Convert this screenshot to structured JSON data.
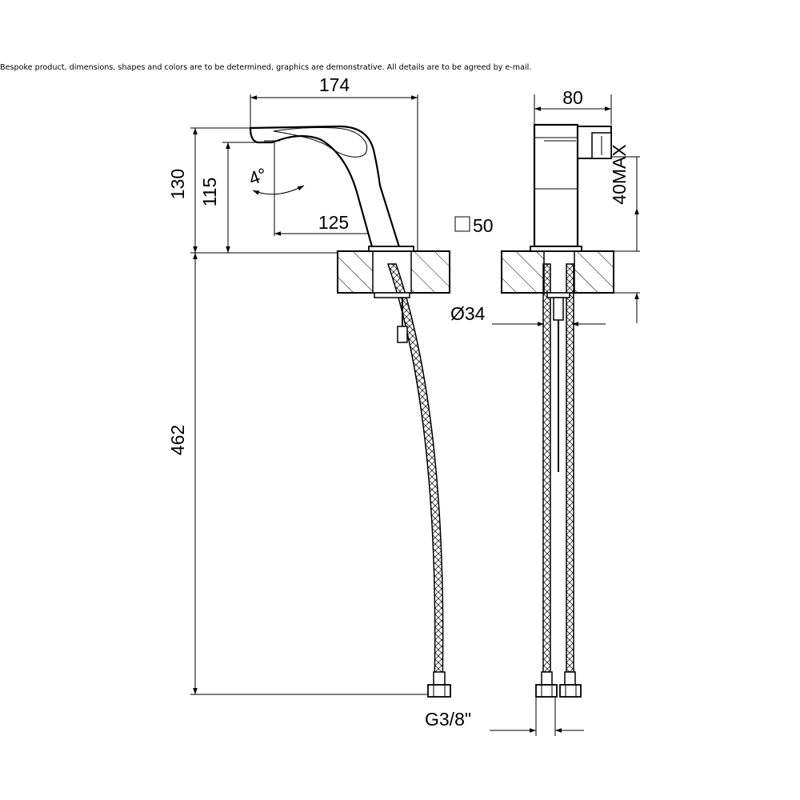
{
  "note": "Bespoke product, dimensions, shapes and colors are to be determined, graphics are demonstrative. All details are to be agreed by e-mail.",
  "dimensions": {
    "width_side": "174",
    "height_total": "130",
    "height_spout": "115",
    "angle": "4°",
    "reach": "125",
    "hose_length": "462",
    "width_front": "80",
    "max_deck": "40MAX",
    "base_square": "50",
    "hole_diameter": "Ø34",
    "connection": "G3/8\""
  }
}
